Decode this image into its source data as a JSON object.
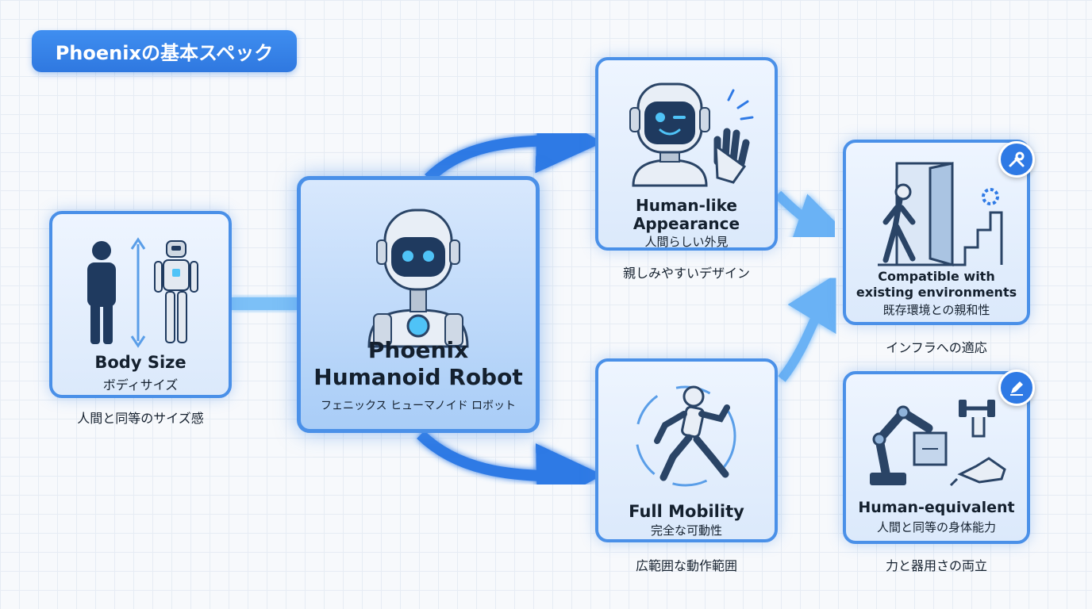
{
  "title": "Phoenixの基本スペック",
  "center": {
    "name_line1": "Phoenix",
    "name_line2": "Humanoid Robot",
    "reading": "フェニックス ヒューマノイド ロボット"
  },
  "body_size": {
    "label_en": "Body Size",
    "label_jp": "ボディサイズ",
    "caption": "人間と同等のサイズ感"
  },
  "appearance": {
    "label_en_line1": "Human-like",
    "label_en_line2": "Appearance",
    "label_jp": "人間らしい外見",
    "caption": "親しみやすいデザイン"
  },
  "mobility": {
    "label_en": "Full Mobility",
    "label_jp": "完全な可動性",
    "caption": "広範囲な動作範囲"
  },
  "compatible": {
    "label_en_line1": "Compatible with",
    "label_en_line2": "existing environments",
    "label_jp": "既存環境との親和性",
    "caption": "インフラへの適応",
    "badge_icon": "wrench-screwdriver-icon"
  },
  "equivalent": {
    "label_en": "Human-equivalent",
    "label_jp": "人間と同等の身体能力",
    "caption": "力と器用さの両立",
    "badge_icon": "pen-icon"
  },
  "colors": {
    "accent": "#2f7ae5",
    "card_border": "#4a90e8",
    "icon_dark": "#1f3a5f",
    "robot_eye": "#4fc3f7"
  }
}
